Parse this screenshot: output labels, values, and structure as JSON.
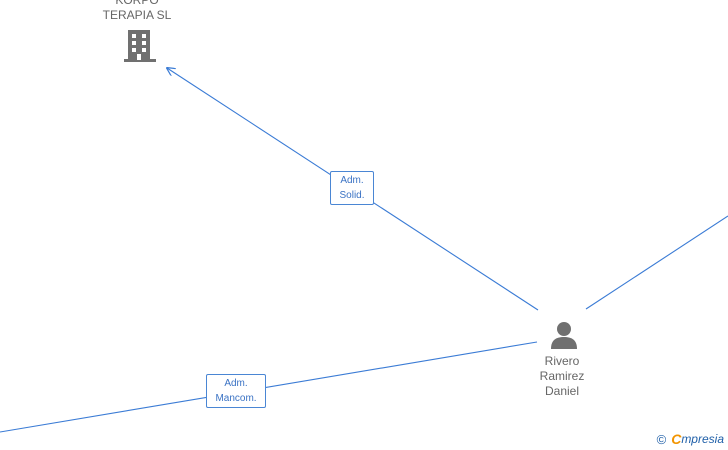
{
  "nodes": {
    "company": {
      "name_line1": "KORPO",
      "name_line2": "TERAPIA  SL",
      "icon": "building-icon"
    },
    "person": {
      "line1": "Rivero",
      "line2": "Ramirez",
      "line3": "Daniel",
      "icon": "person-icon"
    }
  },
  "edges": {
    "solid": {
      "line1": "Adm.",
      "line2": "Solid."
    },
    "mancom": {
      "line1": "Adm.",
      "line2": "Mancom."
    }
  },
  "brand": {
    "copyright": "©",
    "initial": "C",
    "rest": "mpresia"
  },
  "colors": {
    "edge": "#3a7bd5",
    "icon": "#707070"
  }
}
